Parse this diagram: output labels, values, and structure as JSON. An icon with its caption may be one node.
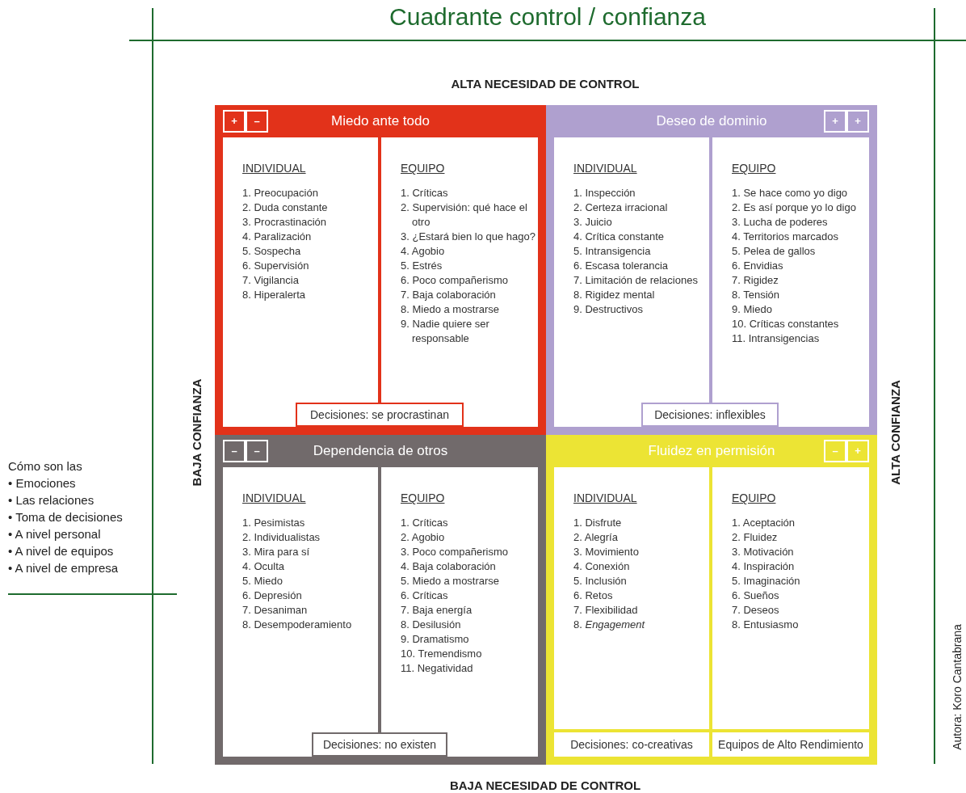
{
  "diagram": {
    "title": "Cuadrante control / confianza",
    "nodes": [
      {
        "text": [
          "Miedo ante todo"
        ]
      },
      {
        "text": [
          "+"
        ],
        "in": 0
      },
      {
        "text": [
          "–"
        ],
        "in": 0
      },
      {
        "text": [
          "INDIVIDUAL",
          "1. Preocupación",
          "2. Duda constante",
          "3. Procrastinación",
          "4. Paralización",
          "5. Sospecha",
          "6. Supervisión",
          "7. Vigilancia",
          "8. Hiperalerta"
        ],
        "in": 0
      },
      {
        "text": [
          "EQUIPO",
          "1. Críticas",
          "2. Supervisión: qué hace el otro",
          "3. ¿Estará bien lo que hago?",
          "4. Agobio",
          "5. Estrés",
          "6. Poco compañerismo",
          "7. Baja colaboración",
          "8. Miedo a mostrarse",
          "9. Nadie quiere ser responsable"
        ],
        "in": 0
      },
      {
        "text": [
          "Decisiones: se procrastinan"
        ],
        "in": 0
      },
      {
        "text": [
          "Deseo de dominio"
        ]
      },
      {
        "text": [
          "+"
        ],
        "in": 6
      },
      {
        "text": [
          "+"
        ],
        "in": 6
      },
      {
        "text": [
          "INDIVIDUAL",
          "1. Inspección",
          "2. Certeza irracional",
          "3. Juicio",
          "4. Crítica constante",
          "5. Intransigencia",
          "6. Escasa tolerancia",
          "7. Limitación de relaciones",
          "8. Rigidez mental",
          "9. Destructivos"
        ],
        "in": 6
      },
      {
        "text": [
          "EQUIPO",
          "1. Se hace como yo digo",
          "2. Es así porque yo lo digo",
          "3. Lucha de poderes",
          "4. Territorios marcados",
          "5. Pelea de gallos",
          "6. Envidias",
          "7. Rigidez",
          "8. Tensión",
          "9. Miedo",
          "10. Críticas constantes",
          "11. Intransigencias"
        ],
        "in": 6
      },
      {
        "text": [
          "Decisiones: inflexibles"
        ],
        "in": 6
      },
      {
        "text": [
          "Dependencia de otros"
        ]
      },
      {
        "text": [
          "–"
        ],
        "in": 12
      },
      {
        "text": [
          "–"
        ],
        "in": 12
      },
      {
        "text": [
          "INDIVIDUAL",
          "1. Pesimistas",
          "2. Individualistas",
          "3. Mira para sí",
          "4. Oculta",
          "5. Miedo",
          "6. Depresión",
          "7. Desaniman",
          "8. Desempoderamiento"
        ],
        "in": 12
      },
      {
        "text": [
          "EQUIPO",
          "1. Críticas",
          "2. Agobio",
          "3. Poco compañerismo",
          "4. Baja colaboración",
          "5. Miedo a mostrarse",
          "6. Críticas",
          "7. Baja energía",
          "8. Desilusión",
          "9. Dramatismo",
          "10. Tremendismo",
          "11. Negatividad"
        ],
        "in": 12
      },
      {
        "text": [
          "Decisiones: no existen"
        ],
        "in": 12
      },
      {
        "text": [
          "Fluidez en permisión"
        ]
      },
      {
        "text": [
          "–"
        ],
        "in": 18
      },
      {
        "text": [
          "+"
        ],
        "in": 18
      },
      {
        "text": [
          "INDIVIDUAL",
          "1. Disfrute",
          "2. Alegría",
          "3. Movimiento",
          "4. Conexión",
          "5. Inclusión",
          "6. Retos",
          "7. Flexibilidad",
          "8. *Engagement*"
        ],
        "in": 18
      },
      {
        "text": [
          "EQUIPO",
          "1. Aceptación",
          "2. Fluidez",
          "3. Motivación",
          "4. Inspiración",
          "5. Imaginación",
          "6. Sueños",
          "7. Deseos",
          "8. Entusiasmo"
        ],
        "in": 18
      },
      {
        "text": [
          "Decisiones: co-creativas"
        ],
        "in": 18
      },
      {
        "text": [
          "Equipos de Alto Rendimiento"
        ],
        "in": 18
      }
    ],
    "labels": [
      "ALTA NECESIDAD DE CONTROL",
      "BAJA CONFIANZA",
      "ALTA CONFIANZA",
      "Cómo son las",
      "• Emociones",
      "• Las relaciones",
      "• Toma de decisiones",
      "• A nivel personal",
      "• A nivel de equipos",
      "• A nivel de empresa",
      "Autora: Koro Cantabrana",
      "BAJA NECESIDAD DE CONTROL"
    ]
  }
}
